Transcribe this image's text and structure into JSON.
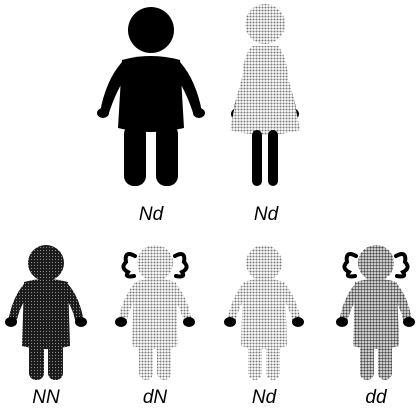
{
  "colors": {
    "background": "#ffffff",
    "black": "#000000",
    "dot_dark": "#1a1a1a",
    "dot_light": "#bdbdbd",
    "hair_accent": "#000000"
  },
  "family": {
    "parents": [
      {
        "role": "father",
        "genotype": "Nd",
        "shading": "solid-black"
      },
      {
        "role": "mother",
        "genotype": "Nd",
        "shading": "light-dotted"
      }
    ],
    "children": [
      {
        "role": "son",
        "genotype": "NN",
        "shading": "dark-dotted"
      },
      {
        "role": "daughter",
        "genotype": "dN",
        "shading": "light-dotted"
      },
      {
        "role": "son",
        "genotype": "Nd",
        "shading": "light-dotted"
      },
      {
        "role": "daughter",
        "genotype": "dd",
        "shading": "medium-dotted"
      }
    ]
  }
}
